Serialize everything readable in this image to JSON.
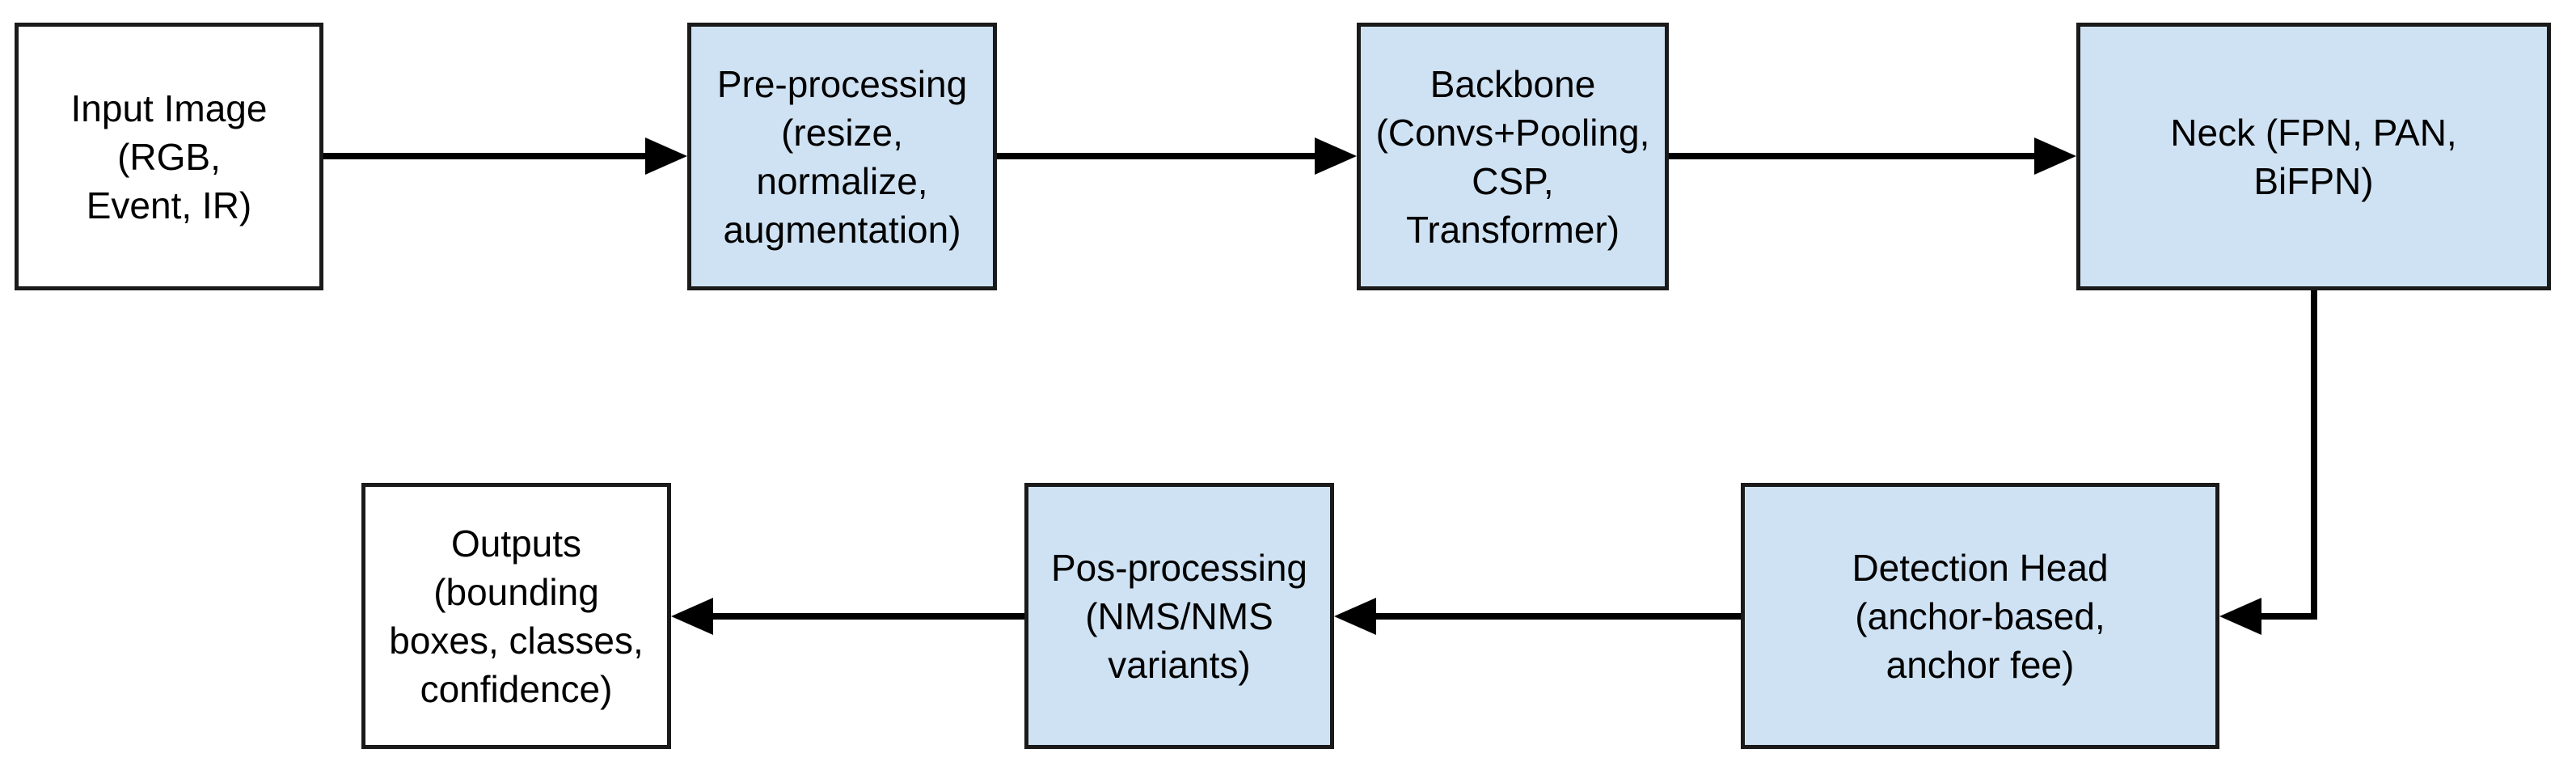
{
  "diagram": {
    "description": "Object detection pipeline flowchart",
    "colors": {
      "process_fill": "#cfe2f3",
      "io_fill": "#ffffff",
      "border": "#1a1a1a",
      "arrow": "#000000",
      "background": "#ffffff"
    },
    "nodes": {
      "input": {
        "label": "Input Image (RGB,\nEvent, IR)",
        "fill": "#ffffff",
        "row": "top"
      },
      "pre": {
        "label": "Pre-processing\n(resize, normalize,\naugmentation)",
        "fill": "#cfe2f3",
        "row": "top"
      },
      "backbone": {
        "label": "Backbone\n(Convs+Pooling,\nCSP, Transformer)",
        "fill": "#cfe2f3",
        "row": "top"
      },
      "neck": {
        "label": "Neck (FPN, PAN,\nBiFPN)",
        "fill": "#cfe2f3",
        "row": "top"
      },
      "outputs": {
        "label": "Outputs (bounding\nboxes, classes,\nconfidence)",
        "fill": "#ffffff",
        "row": "bottom"
      },
      "pos": {
        "label": "Pos-processing\n(NMS/NMS\nvariants)",
        "fill": "#cfe2f3",
        "row": "bottom"
      },
      "head": {
        "label": "Detection Head\n(anchor-based,\nanchor fee)",
        "fill": "#cfe2f3",
        "row": "bottom"
      }
    },
    "edges": [
      {
        "from": "input",
        "to": "pre",
        "direction": "right"
      },
      {
        "from": "pre",
        "to": "backbone",
        "direction": "right"
      },
      {
        "from": "backbone",
        "to": "neck",
        "direction": "right"
      },
      {
        "from": "neck",
        "to": "head",
        "direction": "down-then-left"
      },
      {
        "from": "head",
        "to": "pos",
        "direction": "left"
      },
      {
        "from": "pos",
        "to": "outputs",
        "direction": "left"
      }
    ]
  }
}
